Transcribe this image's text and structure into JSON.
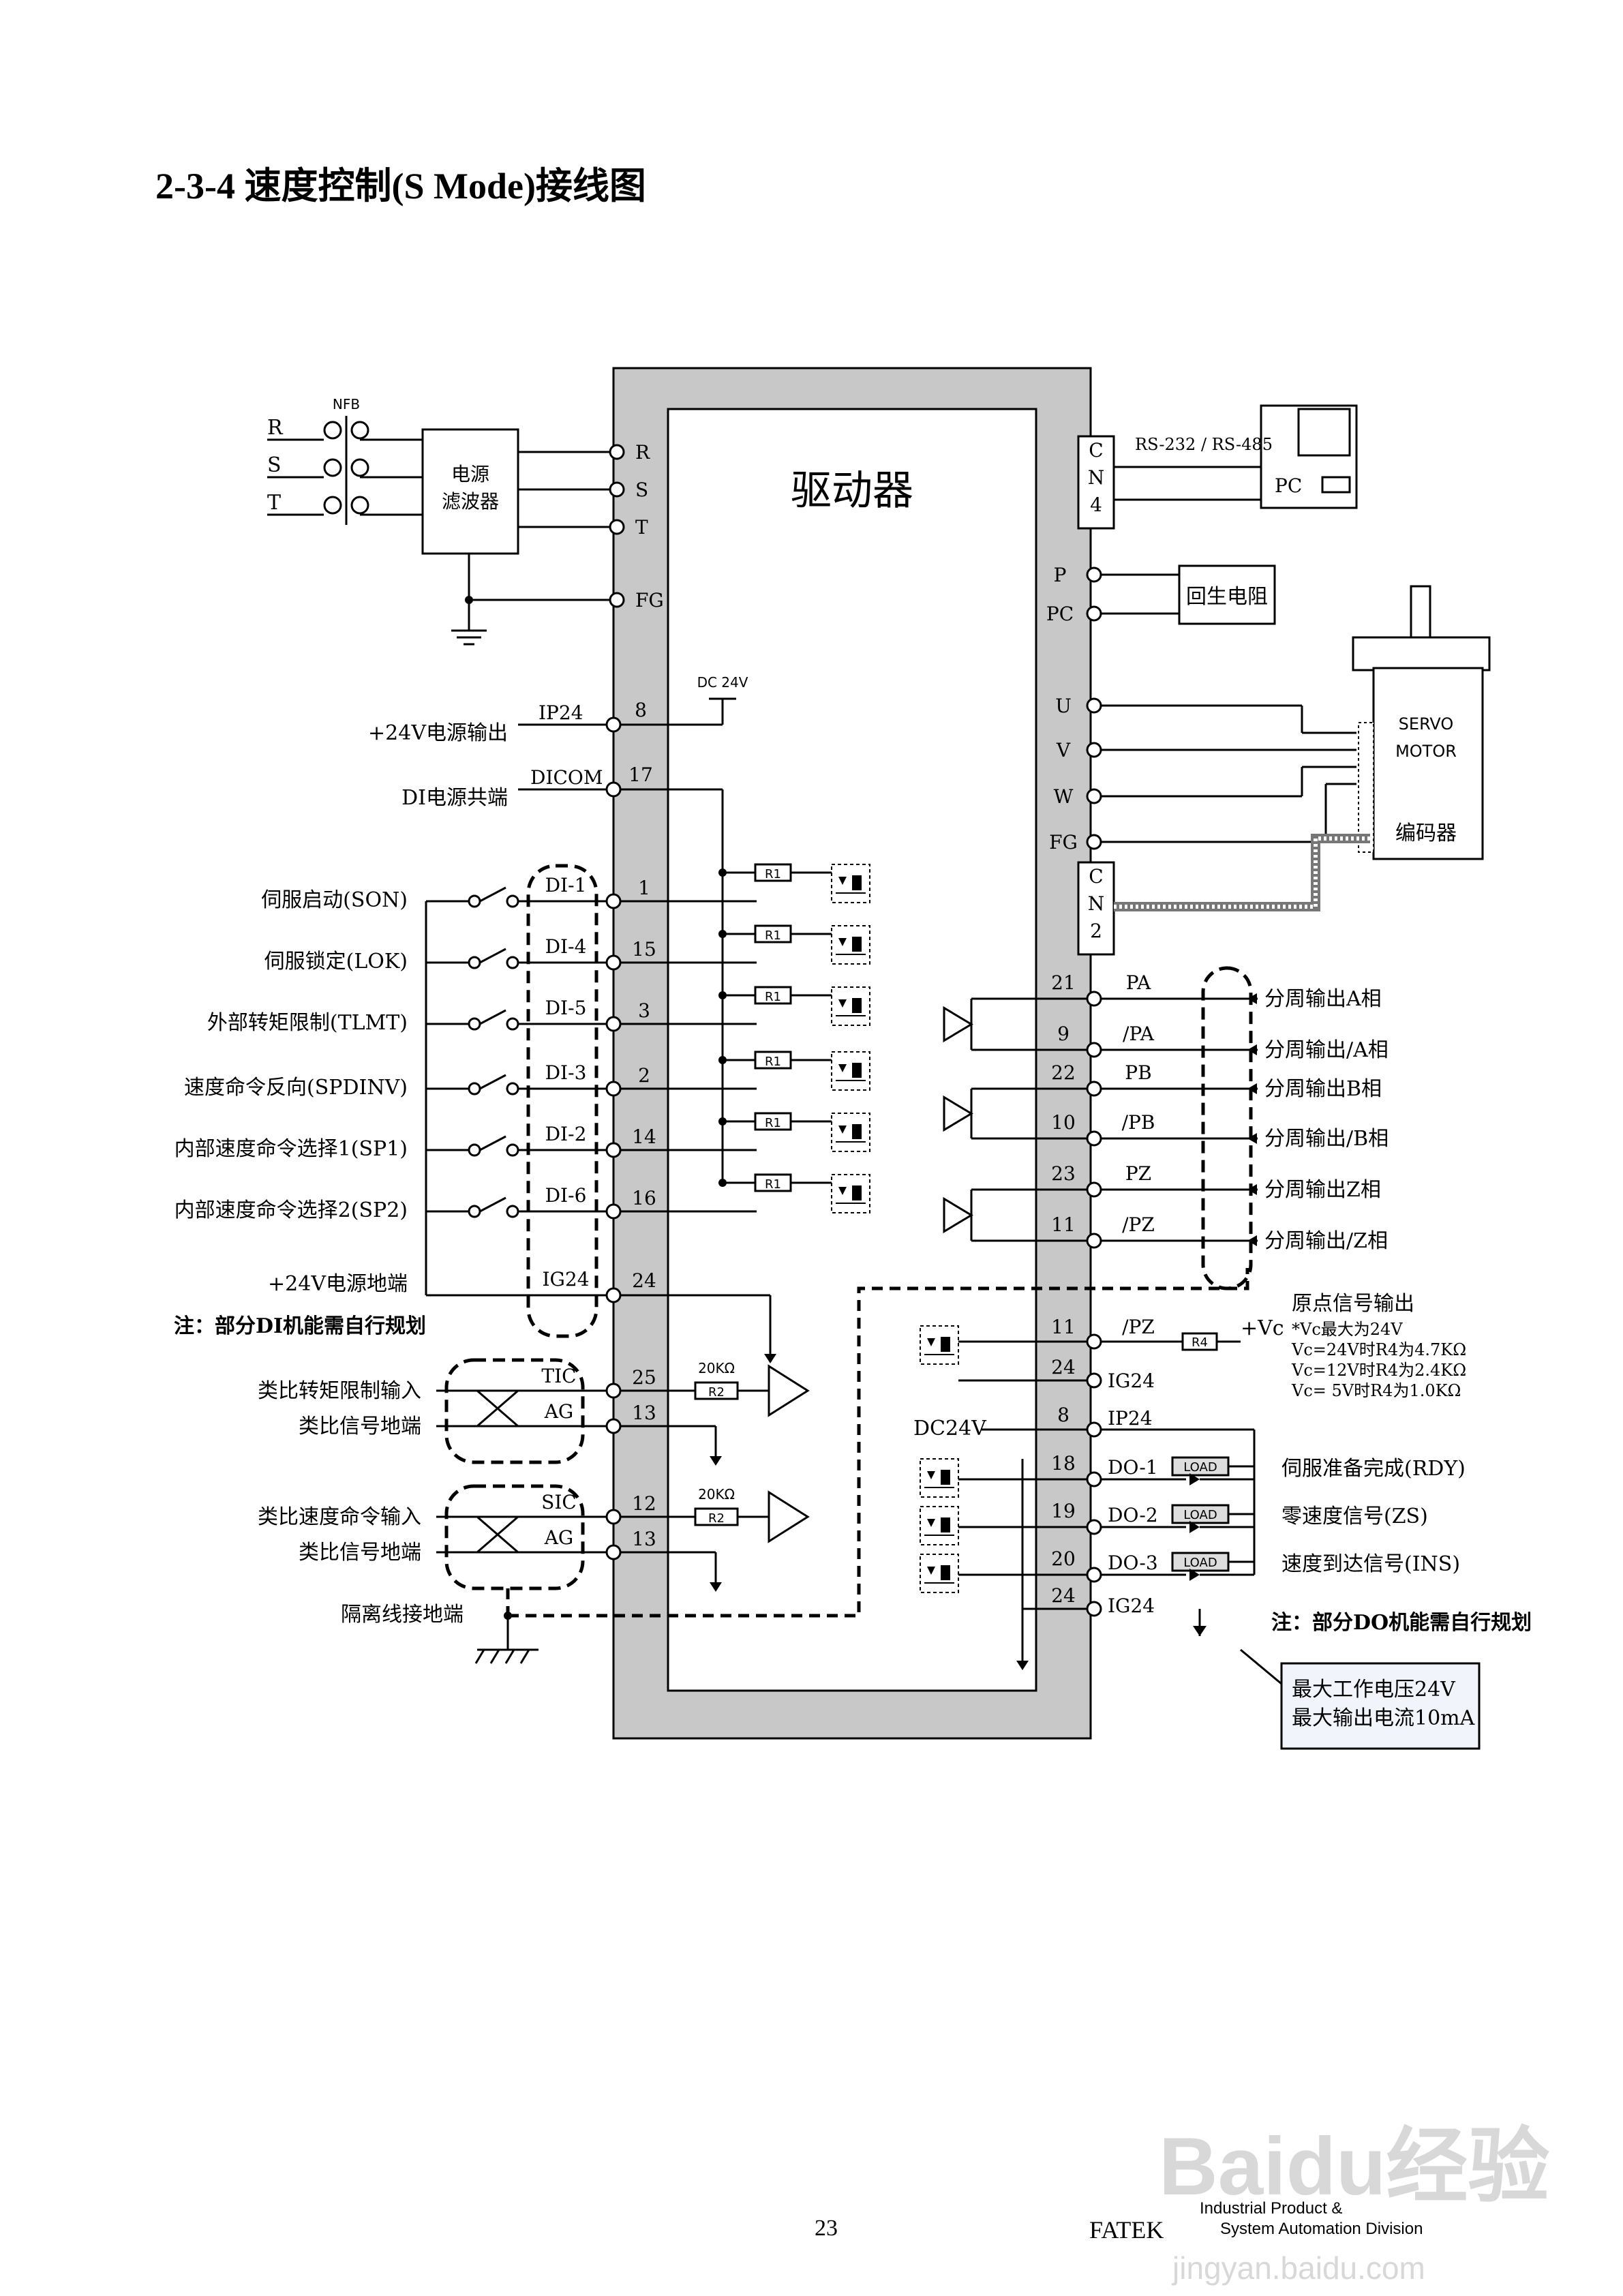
{
  "heading": "2-3-4  速度控制(S Mode)接线图",
  "diagram": {
    "driver_label": "驱动器",
    "nfb_label": "NFB",
    "mains": [
      "R",
      "S",
      "T"
    ],
    "filter_label": [
      "电源",
      "滤波器"
    ],
    "power_pins": [
      "R",
      "S",
      "T",
      "FG"
    ],
    "cn4": [
      "C",
      "N",
      "4"
    ],
    "cn2": [
      "C",
      "N",
      "2"
    ],
    "rs_label": "RS-232 / RS-485",
    "pc_label": "PC",
    "regen_pins": [
      "P",
      "PC"
    ],
    "regen_label": "回生电阻",
    "motor_pins": [
      "U",
      "V",
      "W",
      "FG"
    ],
    "motor_label": [
      "SERVO",
      "MOTOR"
    ],
    "encoder_label": "编码器",
    "dc24v_top": "DC 24V",
    "ip24": {
      "signal": "IP24",
      "pin": "8",
      "label": "+24V电源输出"
    },
    "dicom": {
      "signal": "DICOM",
      "pin": "17",
      "label": "DI电源共端"
    },
    "di_inputs": [
      {
        "label": "伺服启动(SON)",
        "signal": "DI-1",
        "pin": "1"
      },
      {
        "label": "伺服锁定(LOK)",
        "signal": "DI-4",
        "pin": "15"
      },
      {
        "label": "外部转矩限制(TLMT)",
        "signal": "DI-5",
        "pin": "3"
      },
      {
        "label": "速度命令反向(SPDINV)",
        "signal": "DI-3",
        "pin": "2"
      },
      {
        "label": "内部速度命令选择1(SP1)",
        "signal": "DI-2",
        "pin": "14"
      },
      {
        "label": "内部速度命令选择2(SP2)",
        "signal": "DI-6",
        "pin": "16"
      }
    ],
    "r1_label": "R1",
    "ig24_left": {
      "label": "+24V电源地端",
      "signal": "IG24",
      "pin": "24"
    },
    "di_note": "注：部分DI机能需自行规划",
    "analog": [
      {
        "label": "类比转矩限制输入",
        "signal": "TIC",
        "pin": "25"
      },
      {
        "label": "类比信号地端",
        "signal": "AG",
        "pin": "13"
      },
      {
        "label": "类比速度命令输入",
        "signal": "SIC",
        "pin": "12"
      },
      {
        "label": "类比信号地端",
        "signal": "AG",
        "pin": "13"
      }
    ],
    "r2": {
      "value": "20KΩ",
      "label": "R2"
    },
    "shield_label": "隔离线接地端",
    "encoder_out": [
      {
        "pin": "21",
        "signal": "PA",
        "label": "分周输出A相"
      },
      {
        "pin": "9",
        "signal": "/PA",
        "label": "分周输出/A相"
      },
      {
        "pin": "22",
        "signal": "PB",
        "label": "分周输出B相"
      },
      {
        "pin": "10",
        "signal": "/PB",
        "label": "分周输出/B相"
      },
      {
        "pin": "23",
        "signal": "PZ",
        "label": "分周输出Z相"
      },
      {
        "pin": "11",
        "signal": "/PZ",
        "label": "分周输出/Z相"
      }
    ],
    "origin": {
      "pin": "11",
      "signal": "/PZ",
      "pin2": "24",
      "signal2": "IG24",
      "r4": "R4",
      "vc": "+Vc",
      "title": "原点信号输出",
      "notes": [
        "*Vc最大为24V",
        "Vc=24V时R4为4.7KΩ",
        "Vc=12V时R4为2.4KΩ",
        "Vc= 5V时R4为1.0KΩ"
      ]
    },
    "do_power": {
      "label": "DC24V",
      "pin": "8",
      "signal": "IP24"
    },
    "do_outputs": [
      {
        "pin": "18",
        "signal": "DO-1",
        "label": "伺服准备完成(RDY)"
      },
      {
        "pin": "19",
        "signal": "DO-2",
        "label": "零速度信号(ZS)"
      },
      {
        "pin": "20",
        "signal": "DO-3",
        "label": "速度到达信号(INS)"
      }
    ],
    "do_gnd": {
      "pin": "24",
      "signal": "IG24"
    },
    "load_label": "LOAD",
    "do_note": "注：部分DO机能需自行规划",
    "limit_box": [
      "最大工作电压24V",
      "最大输出电流10mA"
    ]
  },
  "footer": {
    "page_number": "23",
    "brand": "FATEK",
    "division_line1": "Industrial Product &",
    "division_line2": "System Automation Division",
    "watermark": "Baidu经验",
    "watermark_url": "jingyan.baidu.com"
  }
}
